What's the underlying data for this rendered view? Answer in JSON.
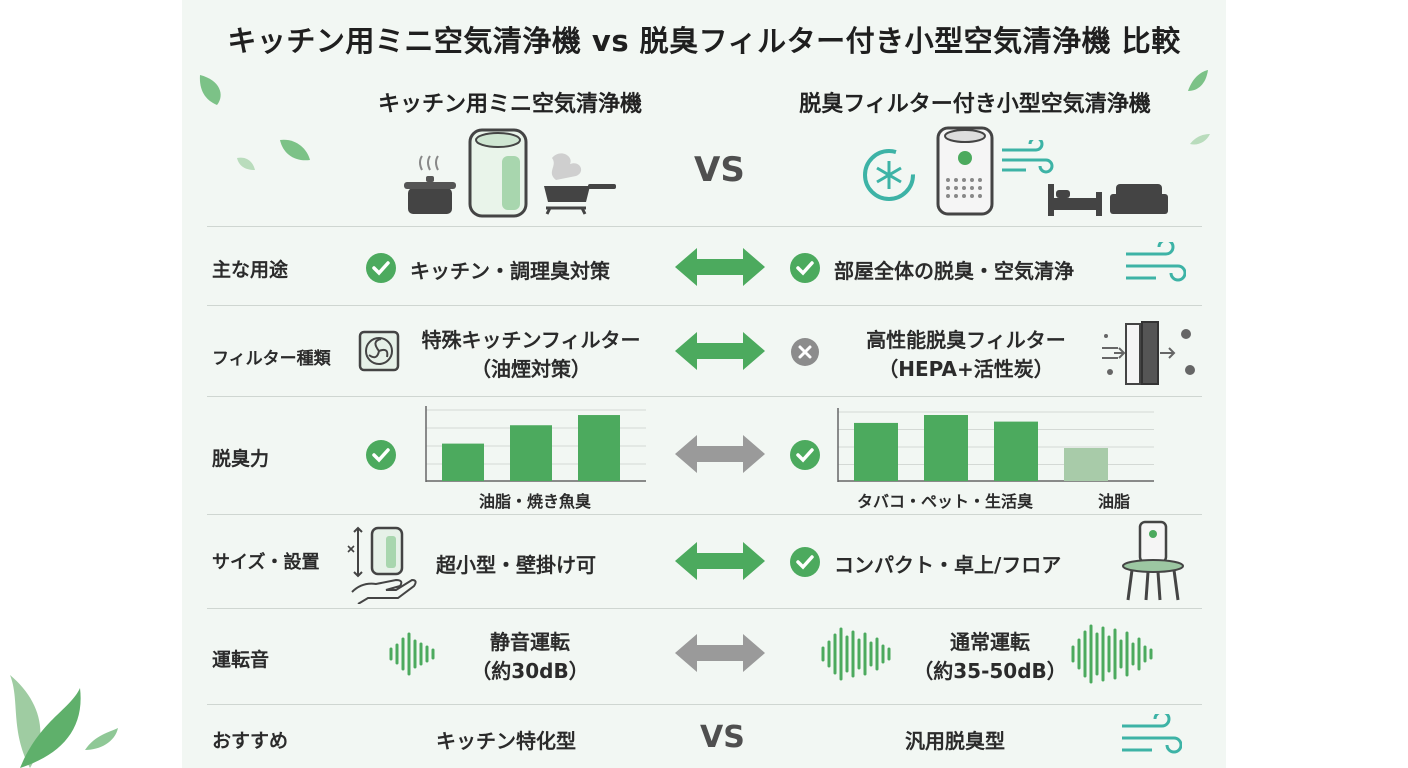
{
  "title": "キッチン用ミニ空気清浄機 vs 脱臭フィルター付き小型空気清浄機 比較",
  "left_product": "キッチン用ミニ空気清浄機",
  "right_product": "脱臭フィルター付き小型空気清浄機",
  "vs_label": "VS",
  "rows": {
    "usage": {
      "label": "主な用途",
      "left": "キッチン・調理臭対策",
      "right": "部屋全体の脱臭・空気清浄"
    },
    "filter": {
      "label": "フィルター種類",
      "left_line1": "特殊キッチンフィルター",
      "left_line2": "（油煙対策）",
      "right_line1": "高性能脱臭フィルター",
      "right_line2": "（HEPA+活性炭）"
    },
    "deodor": {
      "label": "脱臭力",
      "left_caption": "油脂・焼き魚臭",
      "right_caption": "タバコ・ペット・生活臭",
      "right_caption2": "油脂"
    },
    "size": {
      "label": "サイズ・設置",
      "left": "超小型・壁掛け可",
      "right": "コンパクト・卓上/フロア"
    },
    "noise": {
      "label": "運転音",
      "left_line1": "静音運転",
      "left_line2": "（約30dB）",
      "right_line1": "通常運転",
      "right_line2": "（約35-50dB）"
    },
    "recommend": {
      "label": "おすすめ",
      "left": "キッチン特化型",
      "vs": "VS",
      "right": "汎用脱臭型"
    }
  },
  "chart_data": [
    {
      "type": "bar",
      "series": [
        {
          "values": [
            0.55,
            0.82,
            0.97
          ]
        }
      ],
      "ylim": [
        0,
        1
      ],
      "xlabel": "油脂・焼き魚臭"
    },
    {
      "type": "bar",
      "series": [
        {
          "values": [
            0.88,
            1.0,
            0.9,
            0.5
          ]
        }
      ],
      "ylim": [
        0,
        1
      ],
      "xlabel": "タバコ・ペット・生活臭 / 油脂",
      "colors": [
        "#4caa5e",
        "#4caa5e",
        "#4caa5e",
        "#a8cba9"
      ]
    }
  ],
  "colors": {
    "accent": "#4caa5e",
    "gray_arrow": "#9a9a9a",
    "panel": "#f2f7f3",
    "muted_bar": "#a8cba9"
  }
}
